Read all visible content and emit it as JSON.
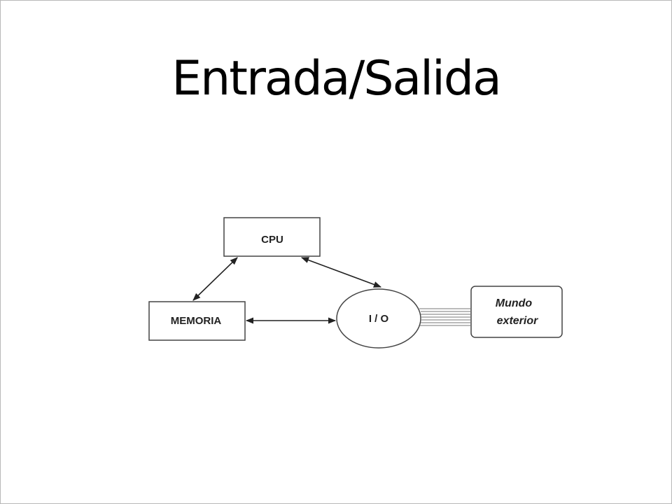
{
  "title": "Entrada/Salida",
  "diagram": {
    "cpu_label": "CPU",
    "memoria_label": "MEMORIA",
    "io_label": "I / O",
    "mundo_line1": "Mundo",
    "mundo_line2": "exterior"
  }
}
